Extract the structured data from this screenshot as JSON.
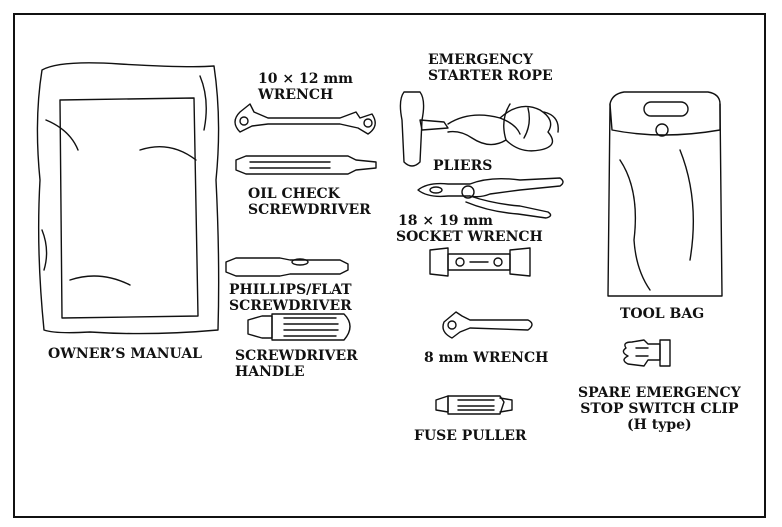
{
  "labels": {
    "owners_manual": "OWNER’S MANUAL",
    "wrench_10x12": [
      "10 × 12 mm",
      "WRENCH"
    ],
    "oil_check_screwdriver": [
      "OIL CHECK",
      "SCREWDRIVER"
    ],
    "phillips_flat_screwdriver": [
      "PHILLIPS/FLAT",
      "SCREWDRIVER"
    ],
    "screwdriver_handle": [
      "SCREWDRIVER",
      "HANDLE"
    ],
    "emergency_starter_rope": [
      "EMERGENCY",
      "STARTER ROPE"
    ],
    "pliers": "PLIERS",
    "socket_wrench": [
      "18 × 19 mm",
      "SOCKET WRENCH"
    ],
    "wrench_8mm": "8 mm WRENCH",
    "fuse_puller": "FUSE PULLER",
    "tool_bag": "TOOL BAG",
    "spare_clip": [
      "SPARE EMERGENCY",
      "STOP SWITCH CLIP",
      "(H type)"
    ]
  }
}
